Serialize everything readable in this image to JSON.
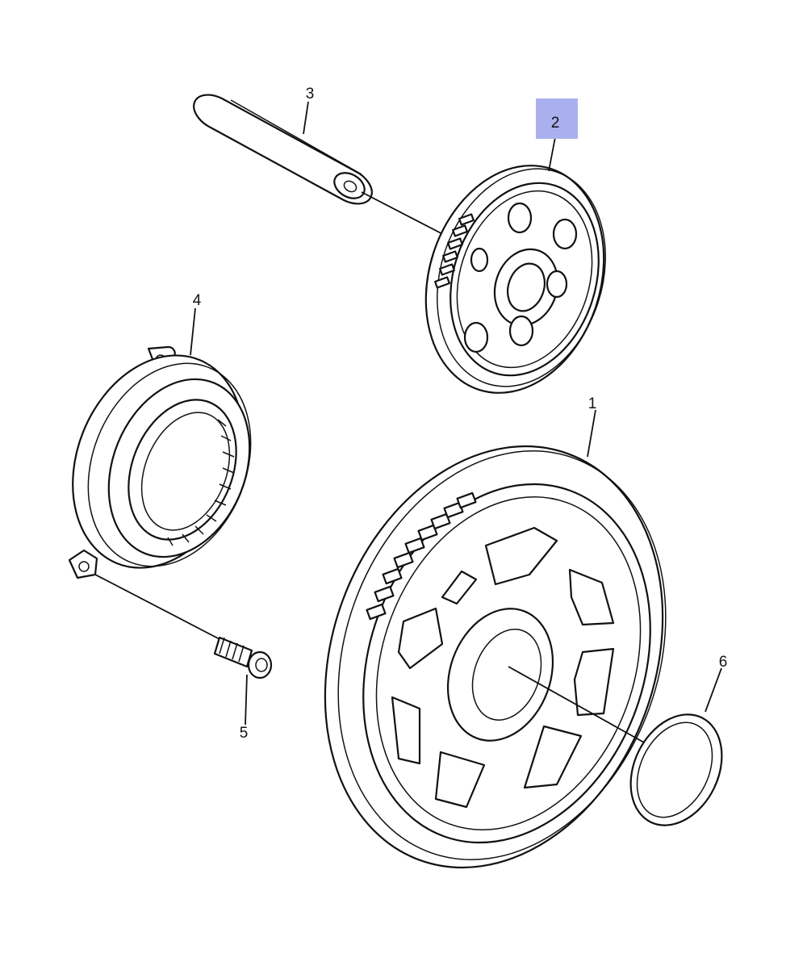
{
  "callouts": [
    {
      "id": 1,
      "label": "1"
    },
    {
      "id": 2,
      "label": "2",
      "highlighted": true
    },
    {
      "id": 3,
      "label": "3"
    },
    {
      "id": 4,
      "label": "4"
    },
    {
      "id": 5,
      "label": "5"
    },
    {
      "id": 6,
      "label": "6"
    }
  ],
  "colors": {
    "highlight": "#aab0ee",
    "line": "#111111",
    "background": "#ffffff"
  }
}
